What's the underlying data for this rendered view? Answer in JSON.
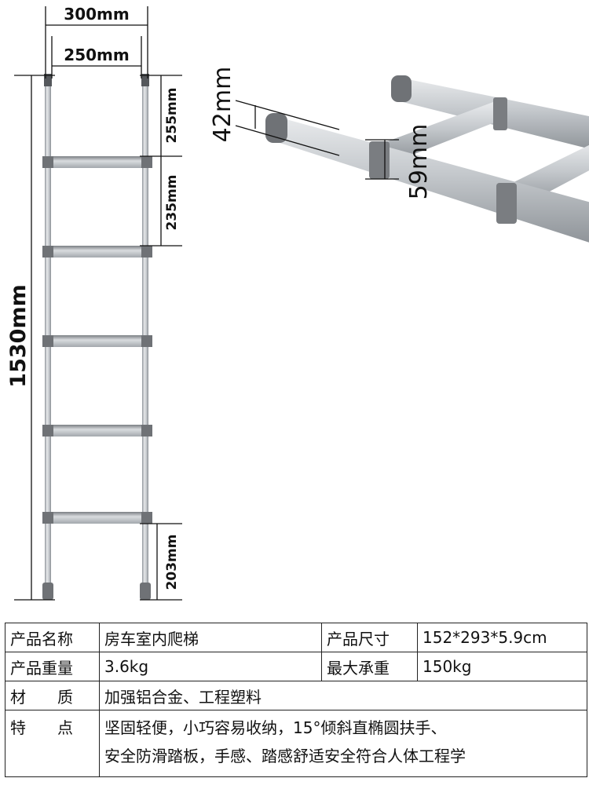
{
  "dimensions": {
    "outer_width": "300mm",
    "inner_width": "250mm",
    "top_gap": "255mm",
    "step_spacing": "235mm",
    "total_height": "1530mm",
    "bottom_gap": "203mm",
    "rail_height": "42mm",
    "connector_height": "59mm"
  },
  "specs": {
    "name_label": "产品名称",
    "name_value": "房车室内爬梯",
    "size_label": "产品尺寸",
    "size_value": "152*293*5.9cm",
    "weight_label": "产品重量",
    "weight_value": "3.6kg",
    "max_load_label": "最大承重",
    "max_load_value": "150kg",
    "material_label": "材　　质",
    "material_value": "加强铝合金、工程塑料",
    "features_label": "特　　点",
    "features_line1": "坚固轻便，小巧容易收纳，15°倾斜直椭圆扶手、",
    "features_line2": "安全防滑踏板，手感、踏感舒适安全符合人体工程学"
  },
  "colors": {
    "aluminum": "#c9ccd0",
    "aluminum_dark": "#9ea3a8",
    "plastic_gray": "#6f7276",
    "line": "#111111"
  }
}
